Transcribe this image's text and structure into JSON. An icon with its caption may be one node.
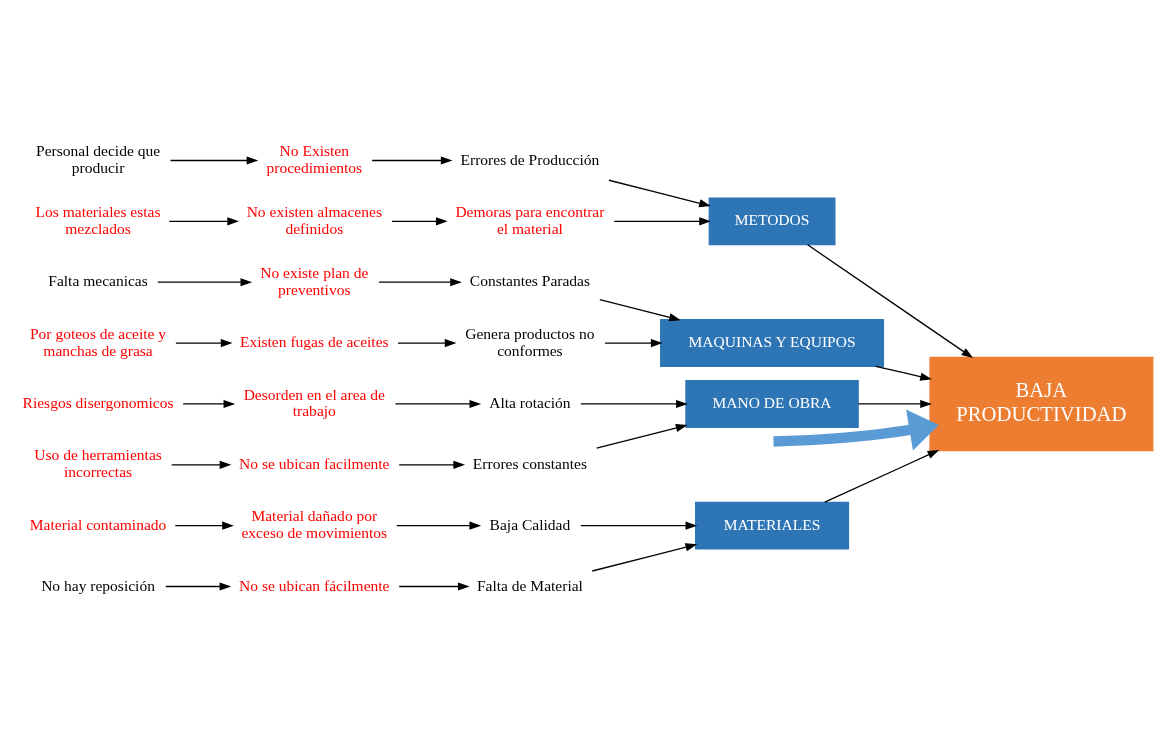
{
  "diagram": {
    "nodes": [
      {
        "text": [
          "MATERIALES"
        ]
      },
      {
        "text": [
          "METODOS"
        ]
      },
      {
        "text": [
          "Baja Calidad"
        ]
      },
      {
        "text": [
          "Errores de Producción"
        ]
      },
      {
        "text": [
          "Material contaminado"
        ]
      },
      {
        "text": [
          "Personal decide que producir"
        ]
      },
      {
        "text": [
          "Material dañado por exceso de movimientos"
        ]
      },
      {
        "text": [
          "No Existen procedimientos"
        ]
      },
      {
        "text": [
          "Demoras para encontrar el material"
        ]
      },
      {
        "text": [
          "Falta de Material"
        ]
      },
      {
        "text": [
          "Los materiales estas mezclados"
        ]
      },
      {
        "text": [
          "No hay reposición"
        ]
      },
      {
        "text": [
          "No se ubican fácilmente"
        ]
      },
      {
        "text": [
          "No existen almacenes definidos"
        ]
      },
      {
        "text": [
          "BAJA PRODUCTIVIDAD"
        ]
      },
      {
        "text": [
          "Constantes Paradas"
        ]
      },
      {
        "text": [
          "Alta rotación"
        ]
      },
      {
        "text": [
          "Falta mecanicas"
        ]
      },
      {
        "text": [
          "Riesgos disergonomicos"
        ]
      },
      {
        "text": [
          "No existe plan de preventivos"
        ]
      },
      {
        "text": [
          "Desorden en el area de trabajo"
        ]
      },
      {
        "text": [
          "Genera productos no conformes"
        ]
      },
      {
        "text": [
          "Errores constantes"
        ]
      },
      {
        "text": [
          "Uso de herramientas incorrectas"
        ]
      },
      {
        "text": [
          "Por goteos de aceite y manchas de grasa"
        ]
      },
      {
        "text": [
          "Existen fugas de aceites"
        ]
      },
      {
        "text": [
          "No se ubican facilmente"
        ]
      },
      {
        "text": [
          "MAQUINAS Y EQUIPOS"
        ]
      },
      {
        "text": [
          "MANO DE OBRA"
        ]
      }
    ],
    "edges": [
      {
        "from": null,
        "to": 14,
        "arrow": "to",
        "style": "thick",
        "color": "#5b9bd5"
      },
      {
        "from": 0,
        "to": 14,
        "arrow": "to"
      },
      {
        "from": 1,
        "to": 14,
        "arrow": "to"
      },
      {
        "from": 27,
        "to": 14,
        "arrow": "to"
      },
      {
        "from": 28,
        "to": 14,
        "arrow": "to"
      },
      {
        "from": 2,
        "to": 0,
        "arrow": "to"
      },
      {
        "from": 6,
        "to": 2,
        "arrow": "to"
      },
      {
        "from": 4,
        "to": 6,
        "arrow": "to"
      },
      {
        "from": 9,
        "to": 0,
        "arrow": "to"
      },
      {
        "from": 12,
        "to": 9,
        "arrow": "to"
      },
      {
        "from": 11,
        "to": 12,
        "arrow": "to"
      },
      {
        "from": 3,
        "to": 1,
        "arrow": "to"
      },
      {
        "from": 7,
        "to": 3,
        "arrow": "to"
      },
      {
        "from": 5,
        "to": 7,
        "arrow": "to"
      },
      {
        "from": 8,
        "to": 1,
        "arrow": "to"
      },
      {
        "from": 13,
        "to": 8,
        "arrow": "to"
      },
      {
        "from": 10,
        "to": 13,
        "arrow": "to"
      },
      {
        "from": 15,
        "to": 27,
        "arrow": "to"
      },
      {
        "from": 19,
        "to": 15,
        "arrow": "to"
      },
      {
        "from": 17,
        "to": 19,
        "arrow": "to"
      },
      {
        "from": 21,
        "to": 27,
        "arrow": "to"
      },
      {
        "from": 25,
        "to": 21,
        "arrow": "to"
      },
      {
        "from": 24,
        "to": 25,
        "arrow": "to"
      },
      {
        "from": 16,
        "to": 28,
        "arrow": "to"
      },
      {
        "from": 20,
        "to": 16,
        "arrow": "to"
      },
      {
        "from": 18,
        "to": 20,
        "arrow": "to"
      },
      {
        "from": 22,
        "to": 28,
        "arrow": "to"
      },
      {
        "from": 26,
        "to": 22,
        "arrow": "to"
      },
      {
        "from": 23,
        "to": 26,
        "arrow": "to"
      }
    ]
  }
}
